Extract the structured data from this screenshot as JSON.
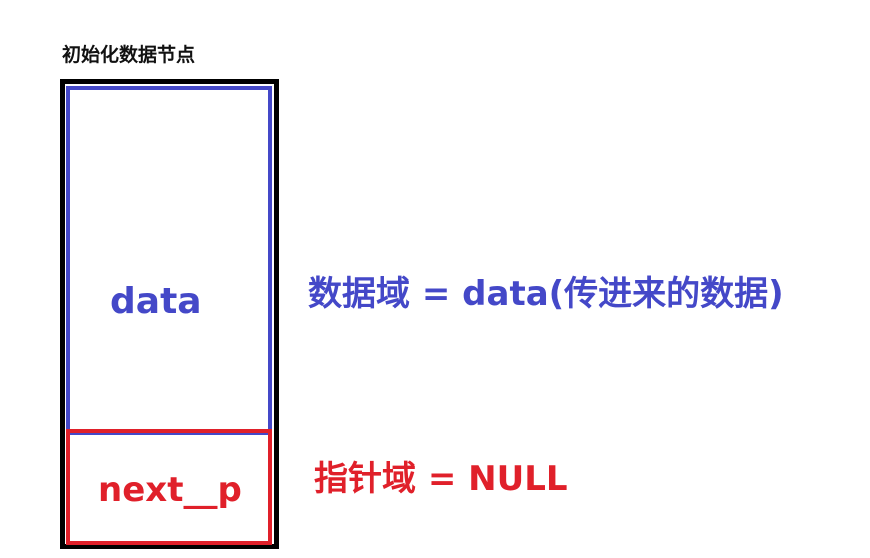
{
  "title": "初始化数据节点",
  "node": {
    "data_field_label": "data",
    "pointer_field_label": "next__p"
  },
  "descriptions": {
    "data_field": "数据域 = data(传进来的数据)",
    "pointer_field": "指针域 = NULL"
  },
  "colors": {
    "data": "#4448c8",
    "pointer": "#e0202a",
    "outline": "#000000"
  }
}
